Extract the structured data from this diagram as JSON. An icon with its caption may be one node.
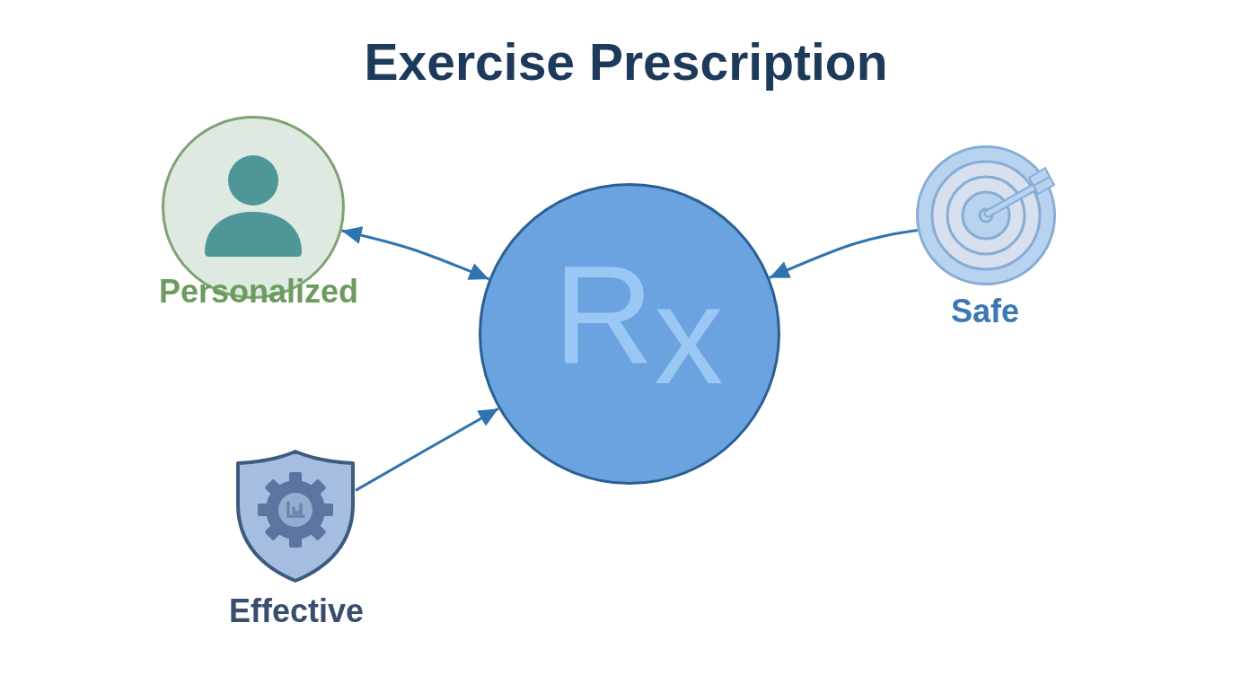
{
  "diagram": {
    "title": "Exercise Prescription",
    "nodes": [
      {
        "text": [
          "Personalized"
        ]
      },
      {
        "text": [
          "R$_{x}$"
        ]
      },
      {
        "text": [
          "Safe"
        ]
      },
      {
        "text": [
          "Effective"
        ]
      }
    ],
    "edges": [
      {
        "from": 0,
        "to": 1,
        "arrow": "both"
      },
      {
        "from": 2,
        "to": 1,
        "arrow": "to"
      },
      {
        "from": 3,
        "to": 1,
        "arrow": "to"
      }
    ]
  }
}
